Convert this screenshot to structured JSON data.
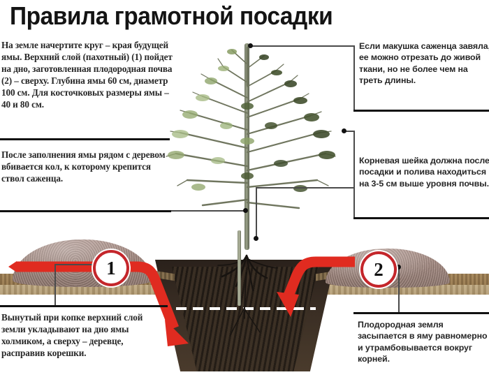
{
  "title": "Правила грамотной посадки",
  "language": "ru",
  "colors": {
    "badge_ring": "#c4262b",
    "arrow": "#e02b20",
    "rule": "#111111",
    "text": "#262626",
    "background": "#ffffff"
  },
  "texts": {
    "top_left": "На земле начертите круг – края будущей ямы. Верхний слой (пахотный) (1) пойдет на дно, заготовленная плодородная почва (2) – сверху. Глубина ямы 60 см, диаметр 100 см. Для косточковых размеры ямы – 40 и 80 см.",
    "mid_left": "После заполнения ямы рядом с деревом вбивается кол, к которому крепится ствол саженца.",
    "bottom_left": "Вынутый при копке верхний слой земли укладывают на дно ямы холмиком, а сверху – деревце, расправив корешки.",
    "top_right": "Если макушка саженца завяла, ее можно отрезать до живой ткани, но не более чем на треть длины.",
    "mid_right": "Корневая шейка должна после посадки и полива находиться на 3-5 см выше уровня почвы.",
    "bottom_right": "Плодородная земля засыпается в яму равномерно и утрамбовывается вокруг корней."
  },
  "markers": [
    {
      "id": "1",
      "label": "1",
      "meaning": "Верхний пахотный слой"
    },
    {
      "id": "2",
      "label": "2",
      "meaning": "Заготовленная плодородная почва"
    }
  ],
  "illustration": {
    "tree": "sapling-tree",
    "pit": "planting-pit",
    "mound_left": "topsoil-mound-1",
    "mound_right": "fertile-soil-mound-2",
    "soil_level_line": "dashed-soil-level",
    "arrows": [
      {
        "name": "arrow-mound1-to-pit-bottom",
        "direction": "right-then-down"
      },
      {
        "name": "arrow-mound2-to-pit",
        "direction": "left-then-down"
      }
    ]
  }
}
